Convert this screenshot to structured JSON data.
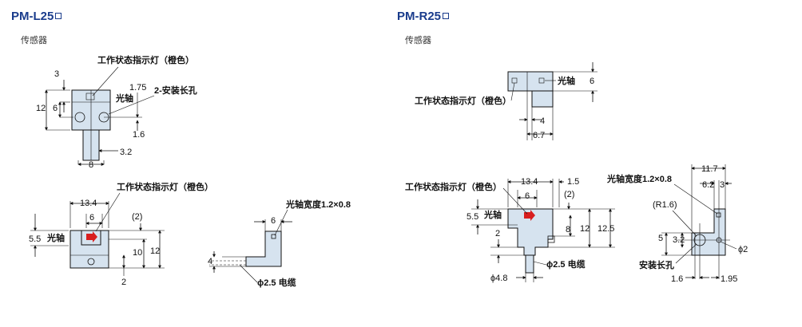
{
  "left": {
    "title": "PM-L25",
    "subtitle": "传感器",
    "top_view": {
      "indicator_label": "工作状态指示灯（橙色）",
      "optical_axis_label": "光轴",
      "holes_label": "2-安装长孔",
      "dims": [
        "3",
        "12",
        "6",
        "1.75",
        "1.6",
        "3.2",
        "8"
      ]
    },
    "front_view": {
      "indicator_label": "工作状态指示灯（橙色）",
      "optical_axis_label": "光轴",
      "dims": [
        "13.4",
        "6",
        "(2)",
        "5.5",
        "10",
        "12",
        "2"
      ]
    },
    "side_view": {
      "slit_label": "光轴宽度1.2×0.8",
      "cable_label": "ϕ2.5 电缆",
      "dims": [
        "6",
        "4"
      ]
    }
  },
  "right": {
    "title": "PM-R25",
    "subtitle": "传感器",
    "top_view": {
      "indicator_label": "工作状态指示灯（橙色）",
      "optical_axis_label": "光轴",
      "dims": [
        "6",
        "4",
        "6.7"
      ]
    },
    "front_view": {
      "indicator_label": "工作状态指示灯（橙色）",
      "optical_axis_label": "光轴",
      "cable_label": "ϕ2.5 电缆",
      "dims": [
        "13.4",
        "1.5",
        "6",
        "(2)",
        "5.5",
        "2",
        "8",
        "12",
        "12.5",
        "ϕ4.8"
      ]
    },
    "side_view": {
      "slit_label": "光轴宽度1.2×0.8",
      "holes_label": "安装长孔",
      "dims": [
        "11.7",
        "6.2",
        "3",
        "(R1.6)",
        "5",
        "3.2",
        "ϕ2",
        "1.6",
        "1.95"
      ]
    }
  },
  "colors": {
    "title": "#1a3c8c",
    "body_fill": "#d6e3ef",
    "indicator": "#d81e1e"
  }
}
